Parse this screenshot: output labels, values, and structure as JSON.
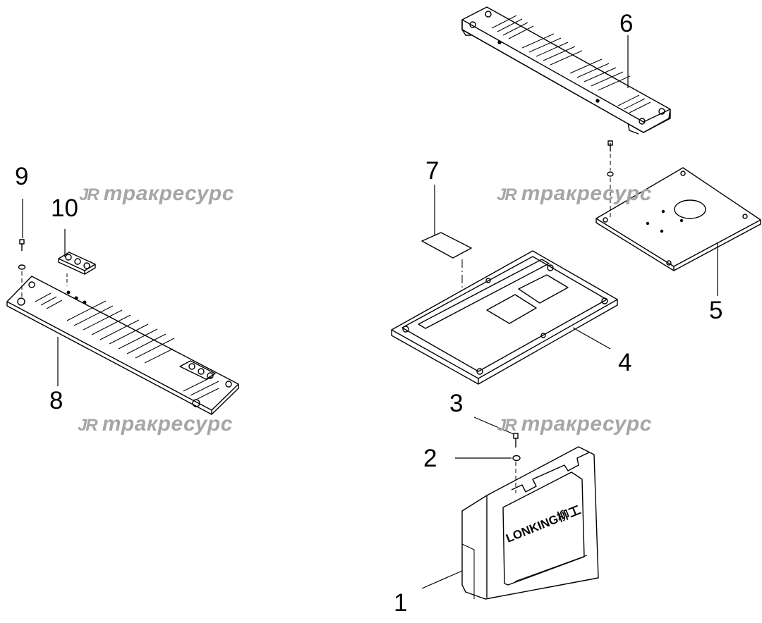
{
  "callouts": {
    "c1": "1",
    "c2": "2",
    "c3": "3",
    "c4": "4",
    "c5": "5",
    "c6": "6",
    "c7": "7",
    "c8": "8",
    "c9": "9",
    "c10": "10"
  },
  "watermark": {
    "logo": "JR",
    "text": "тракресурс"
  },
  "cover_logo": "LONKING柳工",
  "colors": {
    "line": "#000000",
    "watermark": "#a6a6a6",
    "background": "#ffffff"
  }
}
